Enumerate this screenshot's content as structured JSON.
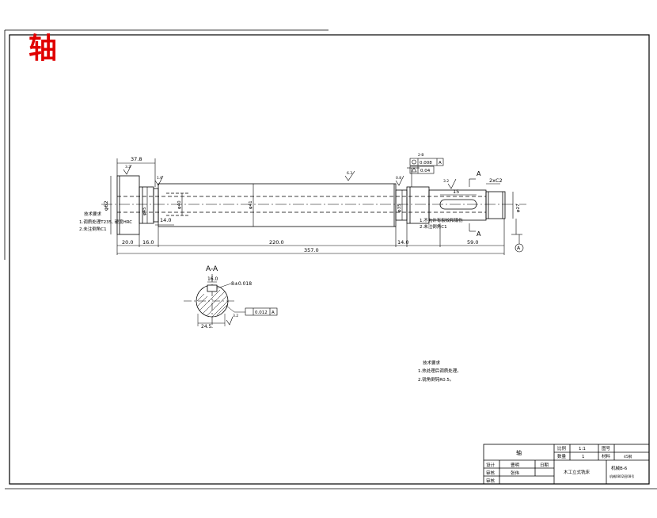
{
  "title_char": "轴",
  "colors": {
    "line": "#000000",
    "title": "#e00000",
    "paper": "#ffffff"
  },
  "dims": {
    "d_378": "37.8",
    "d_200": "20.0",
    "d_160": "16.0",
    "d_140a": "14.0",
    "d_2200": "220.0",
    "d_140b": "14.0",
    "d_590": "59.0",
    "d_3570": "357.0",
    "d_15": "15",
    "chamfer": "2xC2",
    "dia_62": "φ62",
    "dia_45": "φ45",
    "dia_40": "φ40",
    "dia_41": "φ41",
    "dia_35": "φ35",
    "dia_27": "φ27",
    "rough_32": "3.2",
    "rough_16": "1.6",
    "rough_08": "0.8",
    "rough_63": "6.3"
  },
  "gdt": {
    "frame1_tol": "0.008",
    "frame1_datum": "A",
    "frame2_tol": "0.04",
    "ref_label": "2-B",
    "datum_circle": "A",
    "section_mark": "A"
  },
  "tech_left": {
    "title": "技术要求",
    "line1": "1.调质处理T235, 硬度HRC",
    "line2": "2.未注倒角C1"
  },
  "tech_mid": {
    "line1": "1.不允许有裂纹和锻伤",
    "line2": "2.未注倒角C1"
  },
  "section": {
    "title": "A-A",
    "width": "16.0",
    "fit": "8±0.018",
    "depth": "24.5",
    "tol_note": "0.012",
    "datum": "A",
    "rough": "3.2"
  },
  "tech_bottom": {
    "title": "技术要求",
    "line1": "1.热处理后调质处理。",
    "line2": "2.锐角倒钝R0.5。"
  },
  "title_block": {
    "part_name": "轴",
    "scale_label": "比例",
    "scale_value": "1:1",
    "drawing_no_label": "图号",
    "qty_label": "数量",
    "qty_value": "1",
    "material_label": "材料",
    "material_value": "45钢",
    "design_label": "设计",
    "design_name": "曹明",
    "date_label": "日期",
    "check_label": "审核",
    "check_name": "张伟",
    "approve_label": "审核",
    "company": "木工立式铣床",
    "drawing_no": "机械B-6",
    "class_no": "机械0802班08号"
  }
}
